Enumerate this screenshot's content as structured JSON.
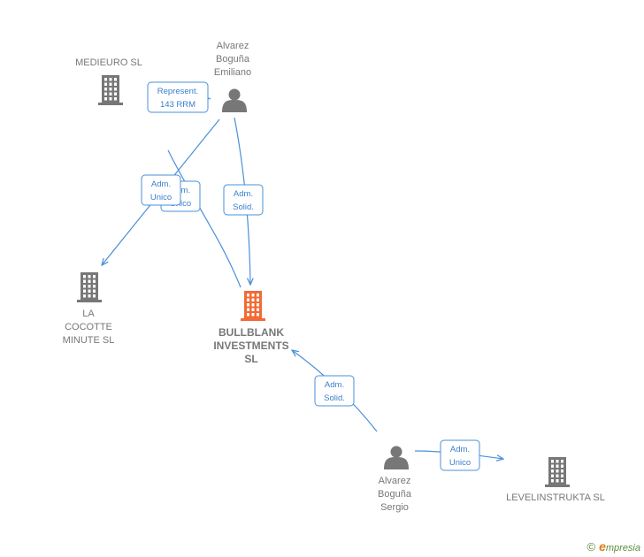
{
  "nodes": {
    "medieuro": {
      "label_lines": [
        "MEDIEURO SL"
      ],
      "type": "company"
    },
    "alvarez_emiliano": {
      "label_lines": [
        "Alvarez",
        "Boguña",
        "Emiliano"
      ],
      "type": "person"
    },
    "la_cocotte": {
      "label_lines": [
        "LA",
        "COCOTTE",
        "MINUTE SL"
      ],
      "type": "company"
    },
    "bullblank": {
      "label_lines": [
        "BULLBLANK",
        "INVESTMENTS",
        "SL"
      ],
      "type": "company-main"
    },
    "alvarez_sergio": {
      "label_lines": [
        "Alvarez",
        "Boguña",
        "Sergio"
      ],
      "type": "person"
    },
    "levelinstrukta": {
      "label_lines": [
        "LEVELINSTRUKTA SL"
      ],
      "type": "company"
    }
  },
  "edges": [
    {
      "from": "alvarez_emiliano",
      "to": "medieuro",
      "label_lines": [
        "Represent.",
        "143 RRM"
      ]
    },
    {
      "from": "alvarez_emiliano",
      "to": "la_cocotte",
      "label_lines": [
        "Adm.",
        "Unico"
      ]
    },
    {
      "from": "alvarez_emiliano",
      "to": "bullblank",
      "label_lines": [
        "Adm.",
        "Solid."
      ]
    },
    {
      "from": "alvarez_emiliano",
      "to": "bullblank",
      "label_lines": [
        "Adm.",
        "Unico"
      ]
    },
    {
      "from": "alvarez_sergio",
      "to": "bullblank",
      "label_lines": [
        "Adm.",
        "Solid."
      ]
    },
    {
      "from": "alvarez_sergio",
      "to": "levelinstrukta",
      "label_lines": [
        "Adm.",
        "Unico"
      ]
    }
  ],
  "colors": {
    "accent": "#4a90d9",
    "company_icon": "#777777",
    "main_company_icon": "#f26a35",
    "label_text": "#777777"
  },
  "brand": {
    "copyright_symbol": "©",
    "name_initial": "e",
    "name_rest": "mpresia"
  }
}
